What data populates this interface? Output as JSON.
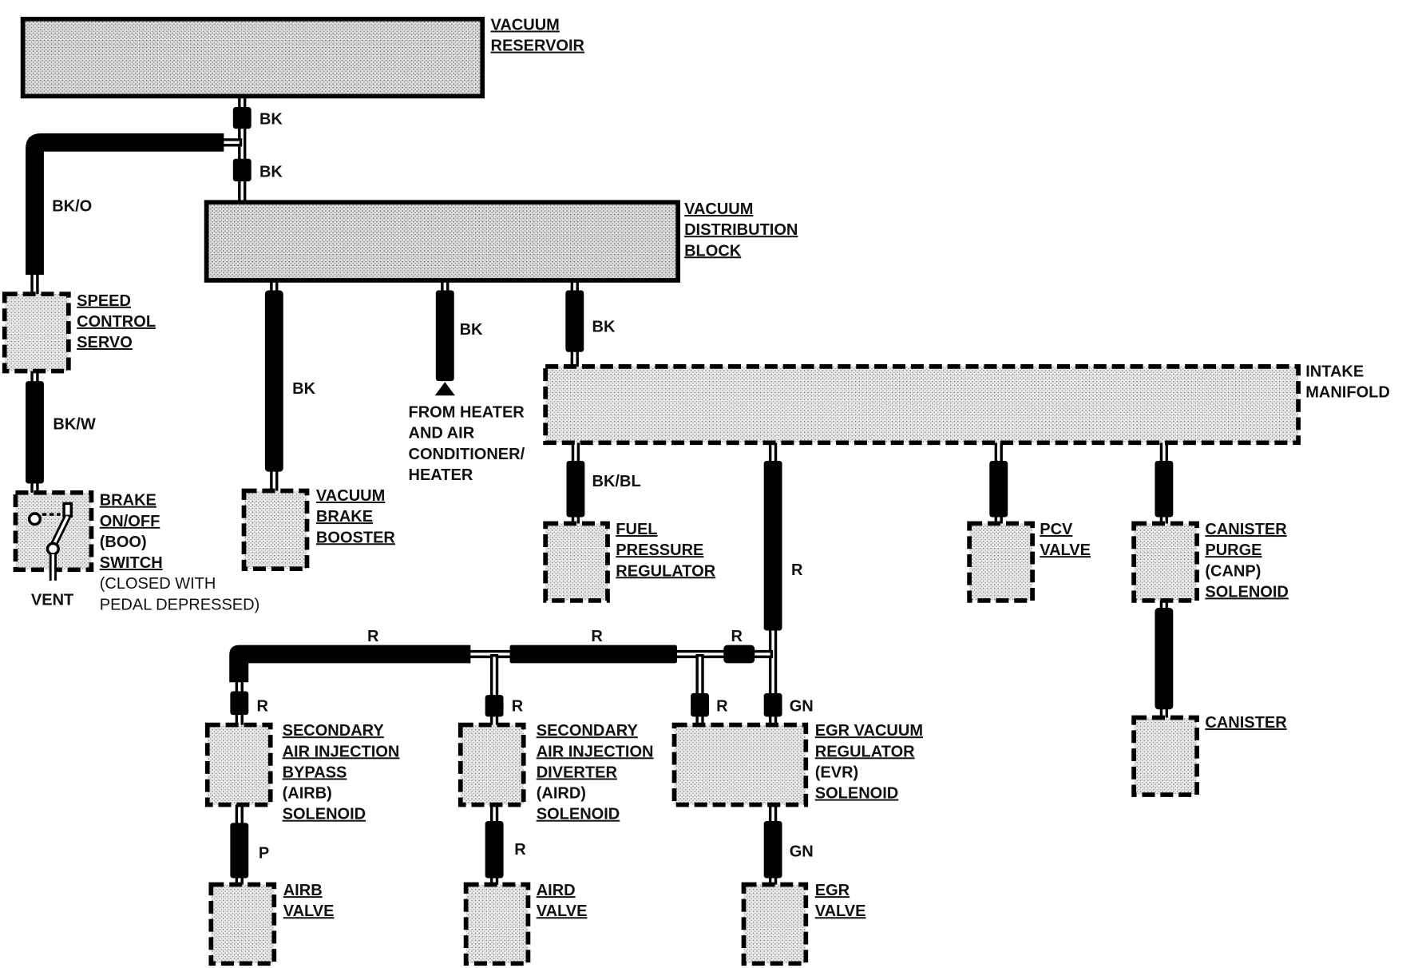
{
  "diagram_title": "Vacuum Hose Routing Diagram",
  "components": {
    "vacuum_reservoir": {
      "line1": "VACUUM",
      "line2": "RESERVOIR"
    },
    "vacuum_distribution_block": {
      "line1": "VACUUM",
      "line2": "DISTRIBUTION",
      "line3": "BLOCK"
    },
    "speed_control_servo": {
      "line1": "SPEED",
      "line2": "CONTROL",
      "line3": "SERVO"
    },
    "boo_switch": {
      "line1": "BRAKE",
      "line2": "ON/OFF",
      "line3": "(BOO)",
      "line4": "SWITCH",
      "note1": "(CLOSED WITH",
      "note2": "PEDAL DEPRESSED)",
      "vent": "VENT"
    },
    "vacuum_brake_booster": {
      "line1": "VACUUM",
      "line2": "BRAKE",
      "line3": "BOOSTER"
    },
    "heater_source": {
      "line1": "FROM HEATER",
      "line2": "AND AIR",
      "line3": "CONDITIONER/",
      "line4": "HEATER"
    },
    "intake_manifold": {
      "line1": "INTAKE",
      "line2": "MANIFOLD"
    },
    "fuel_pressure_regulator": {
      "line1": "FUEL",
      "line2": "PRESSURE",
      "line3": "REGULATOR"
    },
    "pcv_valve": {
      "line1": "PCV",
      "line2": "VALVE"
    },
    "canp_solenoid": {
      "line1": "CANISTER",
      "line2": "PURGE",
      "line3": "(CANP)",
      "line4": "SOLENOID"
    },
    "canister": {
      "line1": "CANISTER"
    },
    "airb_solenoid": {
      "line1": "SECONDARY",
      "line2": "AIR INJECTION",
      "line3": "BYPASS",
      "line4": "(AIRB)",
      "line5": "SOLENOID"
    },
    "aird_solenoid": {
      "line1": "SECONDARY",
      "line2": "AIR INJECTION",
      "line3": "DIVERTER",
      "line4": "(AIRD)",
      "line5": "SOLENOID"
    },
    "evr_solenoid": {
      "line1": "EGR VACUUM",
      "line2": "REGULATOR",
      "line3": "(EVR)",
      "line4": "SOLENOID"
    },
    "airb_valve": {
      "line1": "AIRB",
      "line2": "VALVE"
    },
    "aird_valve": {
      "line1": "AIRD",
      "line2": "VALVE"
    },
    "egr_valve": {
      "line1": "EGR",
      "line2": "VALVE"
    }
  },
  "hose_colors": {
    "reservoir_upper": "BK",
    "reservoir_lower": "BK",
    "servo_feed": "BK/O",
    "servo_to_boo": "BK/W",
    "booster": "BK",
    "heater": "BK",
    "manifold_feed": "BK",
    "fuel_regulator": "BK/BL",
    "manifold_to_evr_trunk": "R",
    "trunk_left": "R",
    "trunk_middle": "R",
    "trunk_right": "R",
    "airb_in": "R",
    "aird_in": "R",
    "evr_in_r": "R",
    "evr_in_gn": "GN",
    "airb_out": "P",
    "aird_out": "R",
    "egr_out": "GN"
  }
}
